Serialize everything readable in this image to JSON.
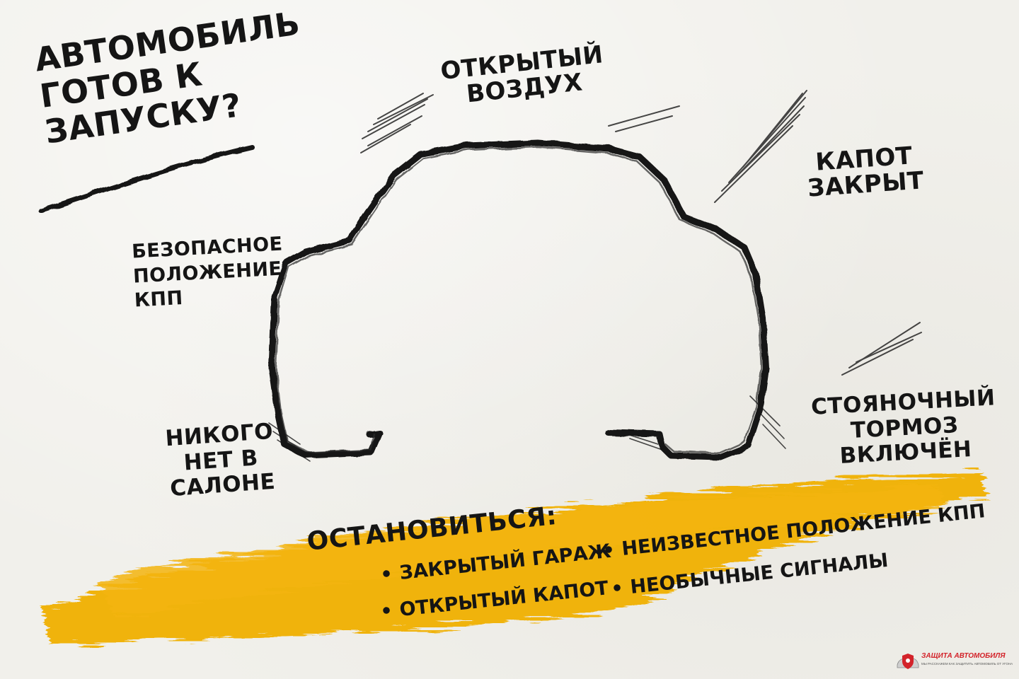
{
  "title": {
    "lines": [
      "Автомобиль",
      "готов к",
      "запуску?"
    ]
  },
  "conditions": {
    "open_air": [
      "Открытый",
      "воздух"
    ],
    "hood_closed": [
      "Капот",
      "закрыт"
    ],
    "safe_gear": [
      "Безопасное",
      "положение",
      "КПП"
    ],
    "nobody_inside": [
      "Никого",
      "нет в",
      "салоне"
    ],
    "parking_brake": [
      "Стояночный",
      "тормоз",
      "включён"
    ]
  },
  "stop": {
    "heading": "Остановиться:",
    "bullet": "•",
    "items": [
      "Закрытый гараж",
      "Неизвестное положение КПП",
      "Открытый капот",
      "Необычные сигналы"
    ]
  },
  "logo": {
    "name": "ЗАЩИТА АВТОМОБИЛЯ",
    "tagline": "МЫ РАССКАЖЕМ КАК ЗАЩИТИТЬ АВТОМОБИЛЬ ОТ УГОНА"
  },
  "colors": {
    "paper": "#f1f0eb",
    "ink": "#151515",
    "highlight": "#f0b000",
    "brand_red": "#d3232a"
  }
}
